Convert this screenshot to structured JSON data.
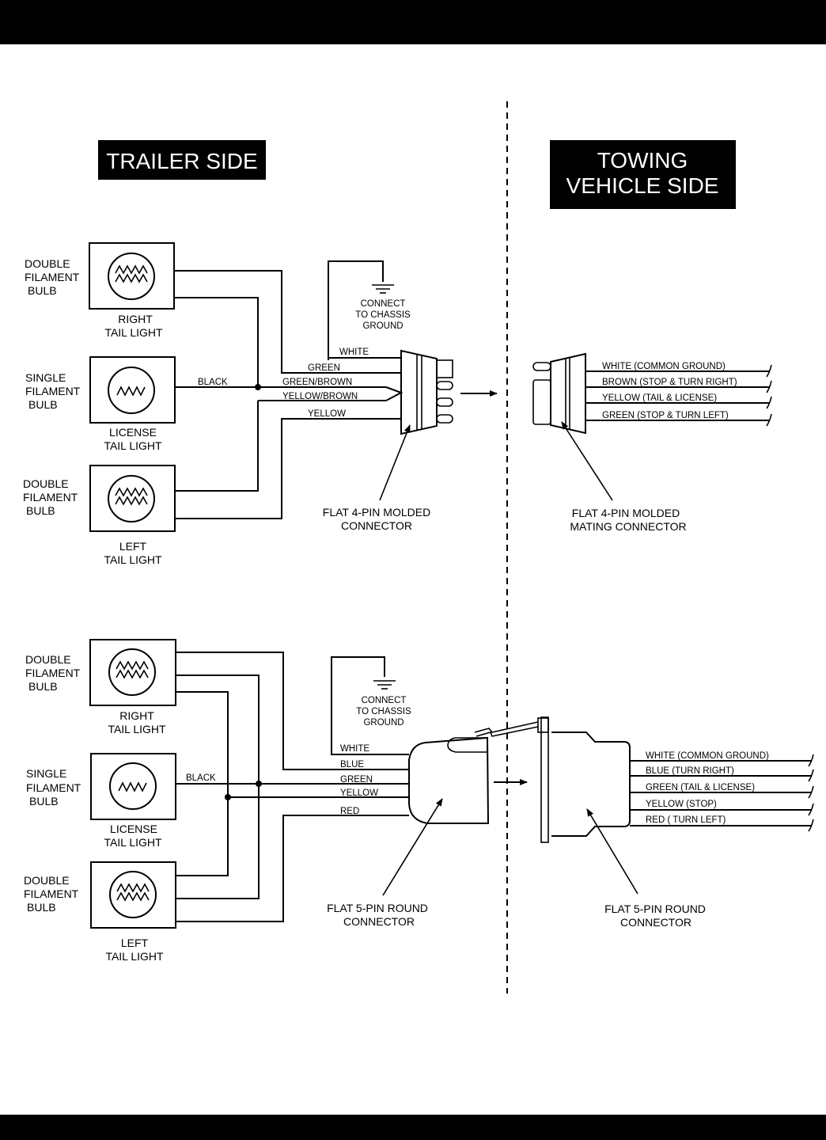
{
  "headers": {
    "trailer_side": "TRAILER SIDE",
    "towing_side_line1": "TOWING",
    "towing_side_line2": "VEHICLE SIDE"
  },
  "ground_label": [
    "CONNECT",
    "TO CHASSIS",
    "GROUND"
  ],
  "lights": {
    "right": {
      "type": [
        "DOUBLE",
        "FILAMENT",
        "BULB"
      ],
      "name": [
        "RIGHT",
        "TAIL LIGHT"
      ]
    },
    "license": {
      "type": [
        "SINGLE",
        "FILAMENT",
        "BULB"
      ],
      "name": [
        "LICENSE",
        "TAIL LIGHT"
      ]
    },
    "left": {
      "type": [
        "DOUBLE",
        "FILAMENT",
        "BULB"
      ],
      "name": [
        "LEFT",
        "TAIL LIGHT"
      ]
    }
  },
  "four_pin": {
    "trailer_wires": [
      "WHITE",
      "GREEN",
      "BLACK",
      "GREEN/BROWN",
      "YELLOW/BROWN",
      "YELLOW"
    ],
    "trailer_connector": [
      "FLAT 4-PIN MOLDED",
      "CONNECTOR"
    ],
    "vehicle_wires": [
      "WHITE (COMMON GROUND)",
      "BROWN (STOP & TURN RIGHT)",
      "YELLOW (TAIL & LICENSE)",
      "GREEN (STOP & TURN LEFT)"
    ],
    "vehicle_connector": [
      "FLAT 4-PIN MOLDED",
      "MATING CONNECTOR"
    ]
  },
  "five_pin": {
    "trailer_wires": [
      "WHITE",
      "BLUE",
      "GREEN",
      "YELLOW",
      "RED",
      "BLACK"
    ],
    "trailer_connector": [
      "FLAT 5-PIN ROUND",
      "CONNECTOR"
    ],
    "vehicle_wires": [
      "WHITE (COMMON GROUND)",
      "BLUE (TURN RIGHT)",
      "GREEN (TAIL & LICENSE)",
      "YELLOW (STOP)",
      "RED ( TURN LEFT)"
    ],
    "vehicle_connector": [
      "FLAT 5-PIN ROUND",
      "CONNECTOR"
    ]
  }
}
